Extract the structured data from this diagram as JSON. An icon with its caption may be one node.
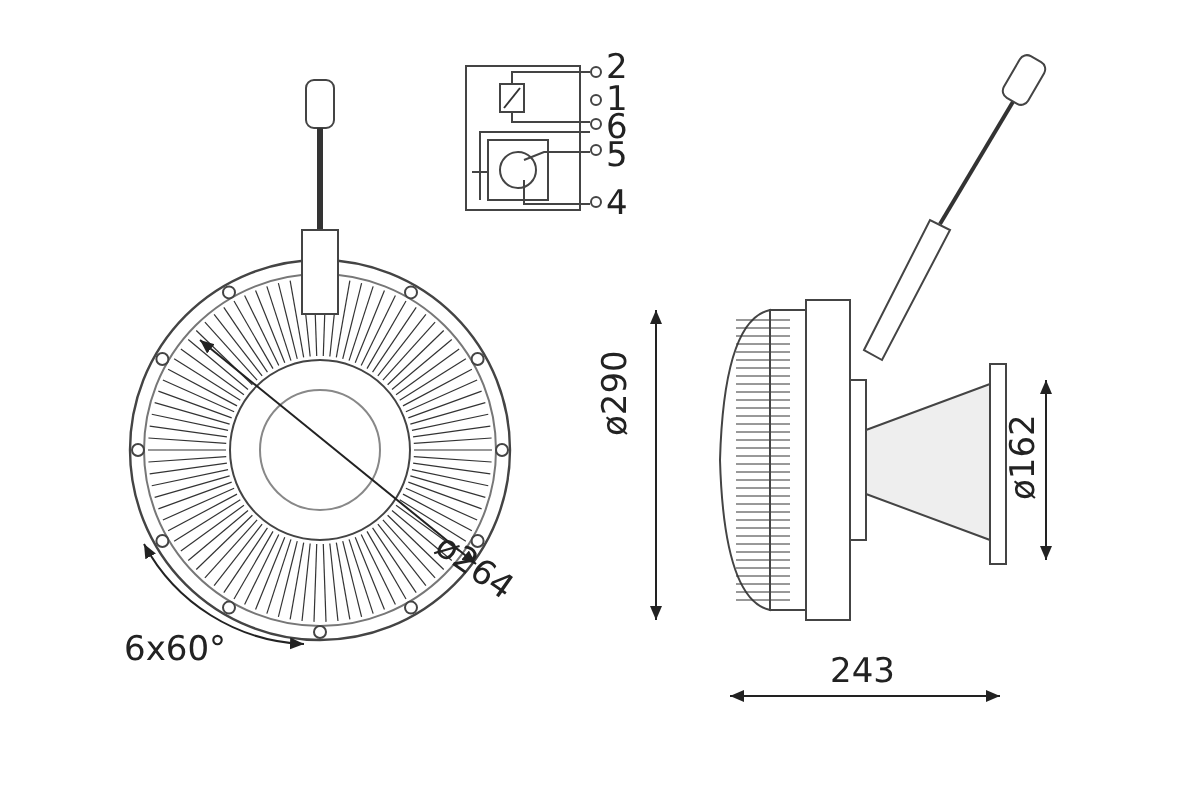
{
  "diagram": {
    "labels": [
      "2",
      "1",
      "6",
      "5",
      "4",
      "ø264",
      "6x60°",
      "ø290",
      "ø162",
      "243"
    ]
  }
}
